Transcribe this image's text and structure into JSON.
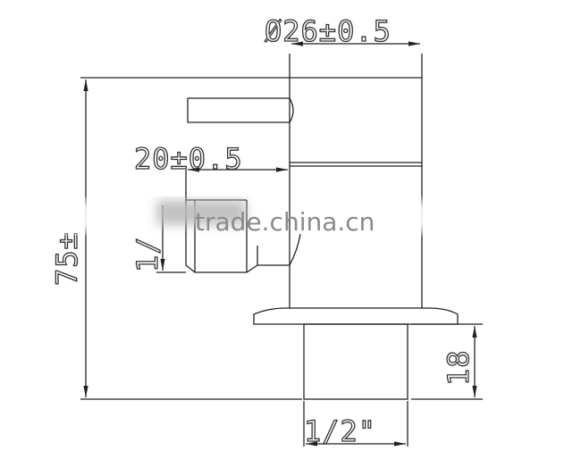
{
  "drawing": {
    "dimensions": {
      "body_diameter": "Ø26±0.5",
      "outlet_length": "20±0.5",
      "total_height": "75±",
      "outlet_thread": "1/",
      "base_height": "18",
      "base_thread": "1/2\""
    },
    "watermark": "trade.china.cn",
    "colors": {
      "line": "#222222",
      "watermark": "#8a8a8a"
    }
  }
}
